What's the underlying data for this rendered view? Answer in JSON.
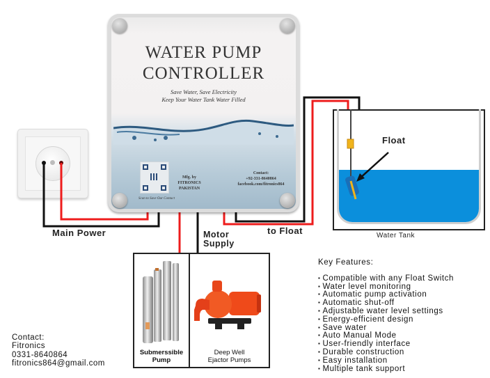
{
  "controller": {
    "title_line1": "WATER PUMP",
    "title_line2": "CONTROLLER",
    "tagline_line1": "Save Water, Save Electricity",
    "tagline_line2": "Keep Your Water Tank Water Filled",
    "mfg_line1": "Mfg. by",
    "mfg_line2": "FITRONICS",
    "mfg_line3": "PAKISTAN",
    "contact_line1": "Contact:",
    "contact_line2": "+92-331-8640864",
    "contact_line3": "facebook.com/fitronics864",
    "qr_caption": "Scan to Save Our Contact"
  },
  "labels": {
    "main_power": "Main Power",
    "motor_supply_line1": "Motor",
    "motor_supply_line2": "Supply",
    "to_float": "to Float",
    "float": "Float",
    "water_tank": "Water Tank"
  },
  "pumps": [
    {
      "label_line1": "Submerssible",
      "label_line2": "Pump"
    },
    {
      "label_line1": "Deep Well",
      "label_line2": "Ejactor Pumps"
    }
  ],
  "features": {
    "heading": "Key Features:",
    "items": [
      "Compatible with any Float Switch",
      "Water level monitoring",
      "Automatic pump activation",
      "Automatic shut-off",
      "Adjustable water level settings",
      "Energy-efficient design",
      "Save water",
      "Auto Manual Mode",
      "User-friendly interface",
      "Durable construction",
      "Easy installation",
      "Multiple tank support"
    ]
  },
  "contact": {
    "heading": "Contact:",
    "name": "Fitronics",
    "phone": "0331-8640864",
    "email": "fitronics864@gmail.com"
  },
  "colors": {
    "live_wire": "#ee1c1c",
    "neutral_wire": "#111111",
    "water": "#0b8fdc",
    "float_body": "#f0b41c"
  }
}
